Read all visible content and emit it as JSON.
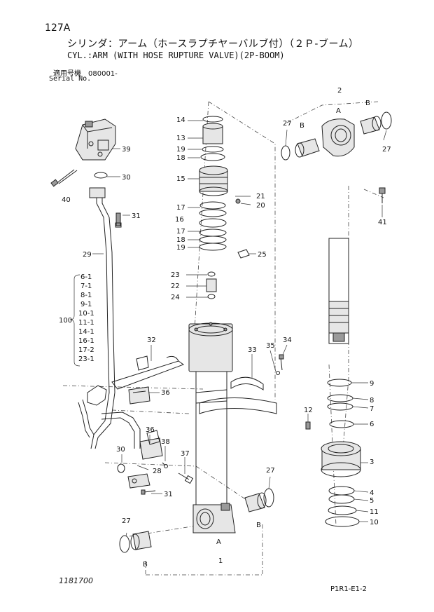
{
  "header": {
    "page_number": "127A",
    "title_jp": "シリンダ：アーム（ホースラプチヤーバルブ付）（２Ｐ-ブーム）",
    "title_en": "CYL.:ARM (WITH HOSE RUPTURE VALVE)(2P-BOOM)",
    "serial_jp": "適用号機　080001-",
    "serial_en": "Serial No."
  },
  "footer": {
    "drawing_number": "1181700",
    "figure_ref": "P1R1-E1-2"
  },
  "kit": {
    "number": "100",
    "items": [
      "6-1",
      "7-1",
      "8-1",
      "9-1",
      "10-1",
      "11-1",
      "14-1",
      "16-1",
      "17-2",
      "23-1"
    ]
  },
  "callouts": {
    "c1": "1",
    "c2": "2",
    "c3": "3",
    "c4": "4",
    "c5": "5",
    "c6": "6",
    "c7": "7",
    "c8": "8",
    "c9": "9",
    "c10": "10",
    "c11": "11",
    "c12": "12",
    "c13": "13",
    "c14": "14",
    "c15": "15",
    "c16": "16",
    "c17a": "17",
    "c17b": "17",
    "c18a": "18",
    "c18b": "18",
    "c19a": "19",
    "c19b": "19",
    "c20": "20",
    "c21": "21",
    "c22": "22",
    "c23": "23",
    "c24": "24",
    "c25": "25",
    "c27a": "27",
    "c27b": "27",
    "c27c": "27",
    "c27d": "27",
    "c28": "28",
    "c29": "29",
    "c30a": "30",
    "c30b": "30",
    "c31a": "31",
    "c31b": "31",
    "c32": "32",
    "c33": "33",
    "c34": "34",
    "c35": "35",
    "c36a": "36",
    "c36b": "36",
    "c37": "37",
    "c38": "38",
    "c39": "39",
    "c40": "40",
    "c41": "41"
  },
  "reference_letters": {
    "a_top": "A",
    "b_top_left": "B",
    "b_top_right": "B",
    "a_bottom": "A",
    "b_bottom_left": "B",
    "b_bottom_right": "B"
  }
}
